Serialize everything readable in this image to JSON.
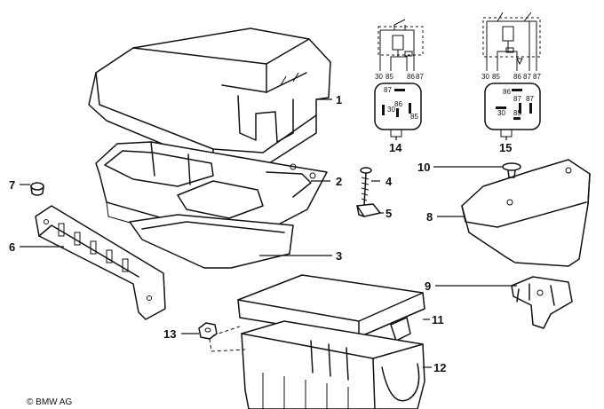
{
  "callouts": {
    "c1": "1",
    "c2": "2",
    "c3": "3",
    "c4": "4",
    "c5": "5",
    "c6": "6",
    "c7": "7",
    "c8": "8",
    "c9": "9",
    "c10": "10",
    "c11": "11",
    "c12": "12",
    "c13": "13",
    "c14": "14",
    "c15": "15"
  },
  "relay_14": {
    "schematic_pins": [
      "30",
      "85",
      "86",
      "87"
    ],
    "socket_pins": [
      "87",
      "30",
      "86",
      "85"
    ]
  },
  "relay_15": {
    "schematic_pins": [
      "30",
      "85",
      "86",
      "87",
      "87"
    ],
    "socket_pins": [
      "86",
      "87",
      "87",
      "30",
      "85"
    ]
  },
  "copyright": "© BMW AG"
}
